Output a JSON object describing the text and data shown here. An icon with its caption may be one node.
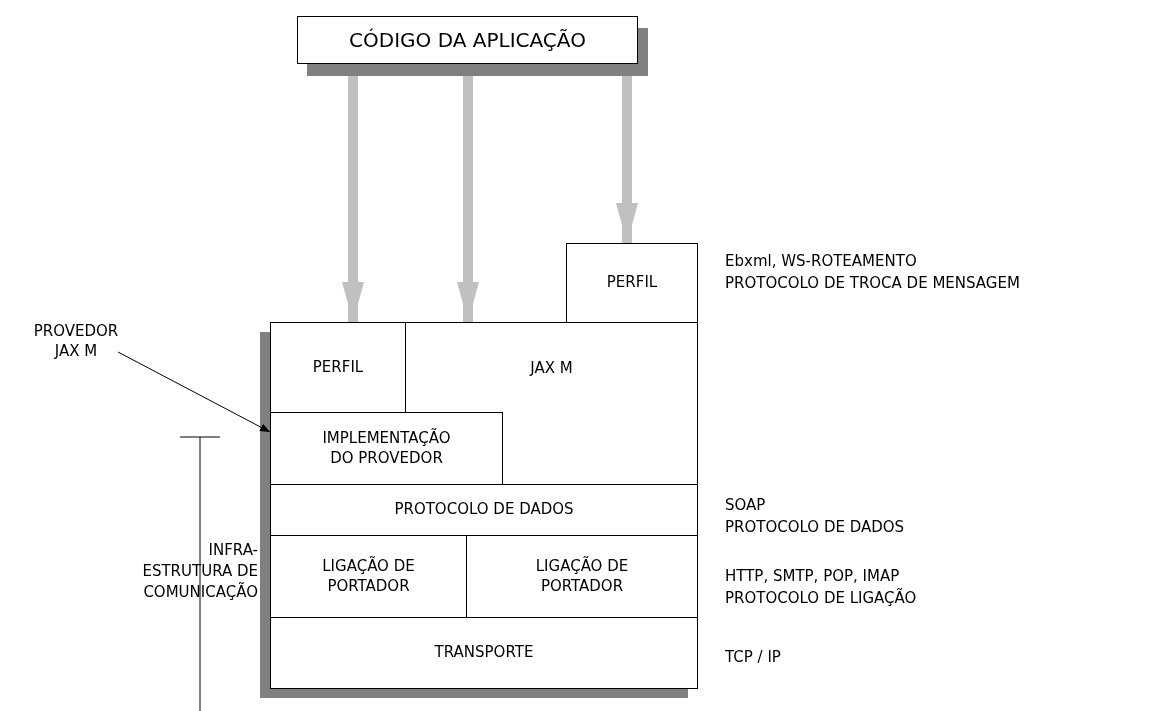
{
  "diagram": {
    "nodes": [
      {
        "text": [
          "CÓDIGO DA APLICAÇÃO"
        ]
      },
      {
        "text": [
          "PERFIL"
        ],
        "beside": [
          "Ebxml, WS-ROTEAMENTO",
          "PROTOCOLO DE TROCA DE MENSAGEM"
        ]
      },
      {
        "text": [
          "PROVEDOR JAX M"
        ]
      },
      {
        "text": [
          "PERFIL"
        ]
      },
      {
        "text": [
          "JAX M"
        ]
      },
      {
        "text": [
          "IMPLEMENTAÇÃO DO PROVEDOR"
        ]
      },
      {
        "text": [
          "PROTOCOLO DE DADOS"
        ],
        "beside": [
          "SOAP",
          "PROTOCOLO DE DADOS"
        ]
      },
      {
        "text": [
          "LIGAÇÃO DE PORTADOR"
        ]
      },
      {
        "text": [
          "LIGAÇÃO DE PORTADOR"
        ],
        "beside": [
          "HTTP, SMTP, POP, IMAP",
          "PROTOCOLO DE LIGAÇÃO"
        ]
      },
      {
        "text": [
          "TRANSPORTE"
        ],
        "beside": [
          "TCP / IP"
        ]
      }
    ],
    "edges": [
      {
        "from": 0,
        "to": 3,
        "arrow": "to"
      },
      {
        "from": 0,
        "to": 4,
        "arrow": "to"
      },
      {
        "from": 0,
        "to": 1,
        "arrow": "to"
      },
      {
        "from": 2,
        "to": 5,
        "arrow": "to",
        "color": "#000000"
      }
    ],
    "labels": [
      "INFRA- ESTRUTURA DE COMUNICAÇÃO"
    ]
  }
}
